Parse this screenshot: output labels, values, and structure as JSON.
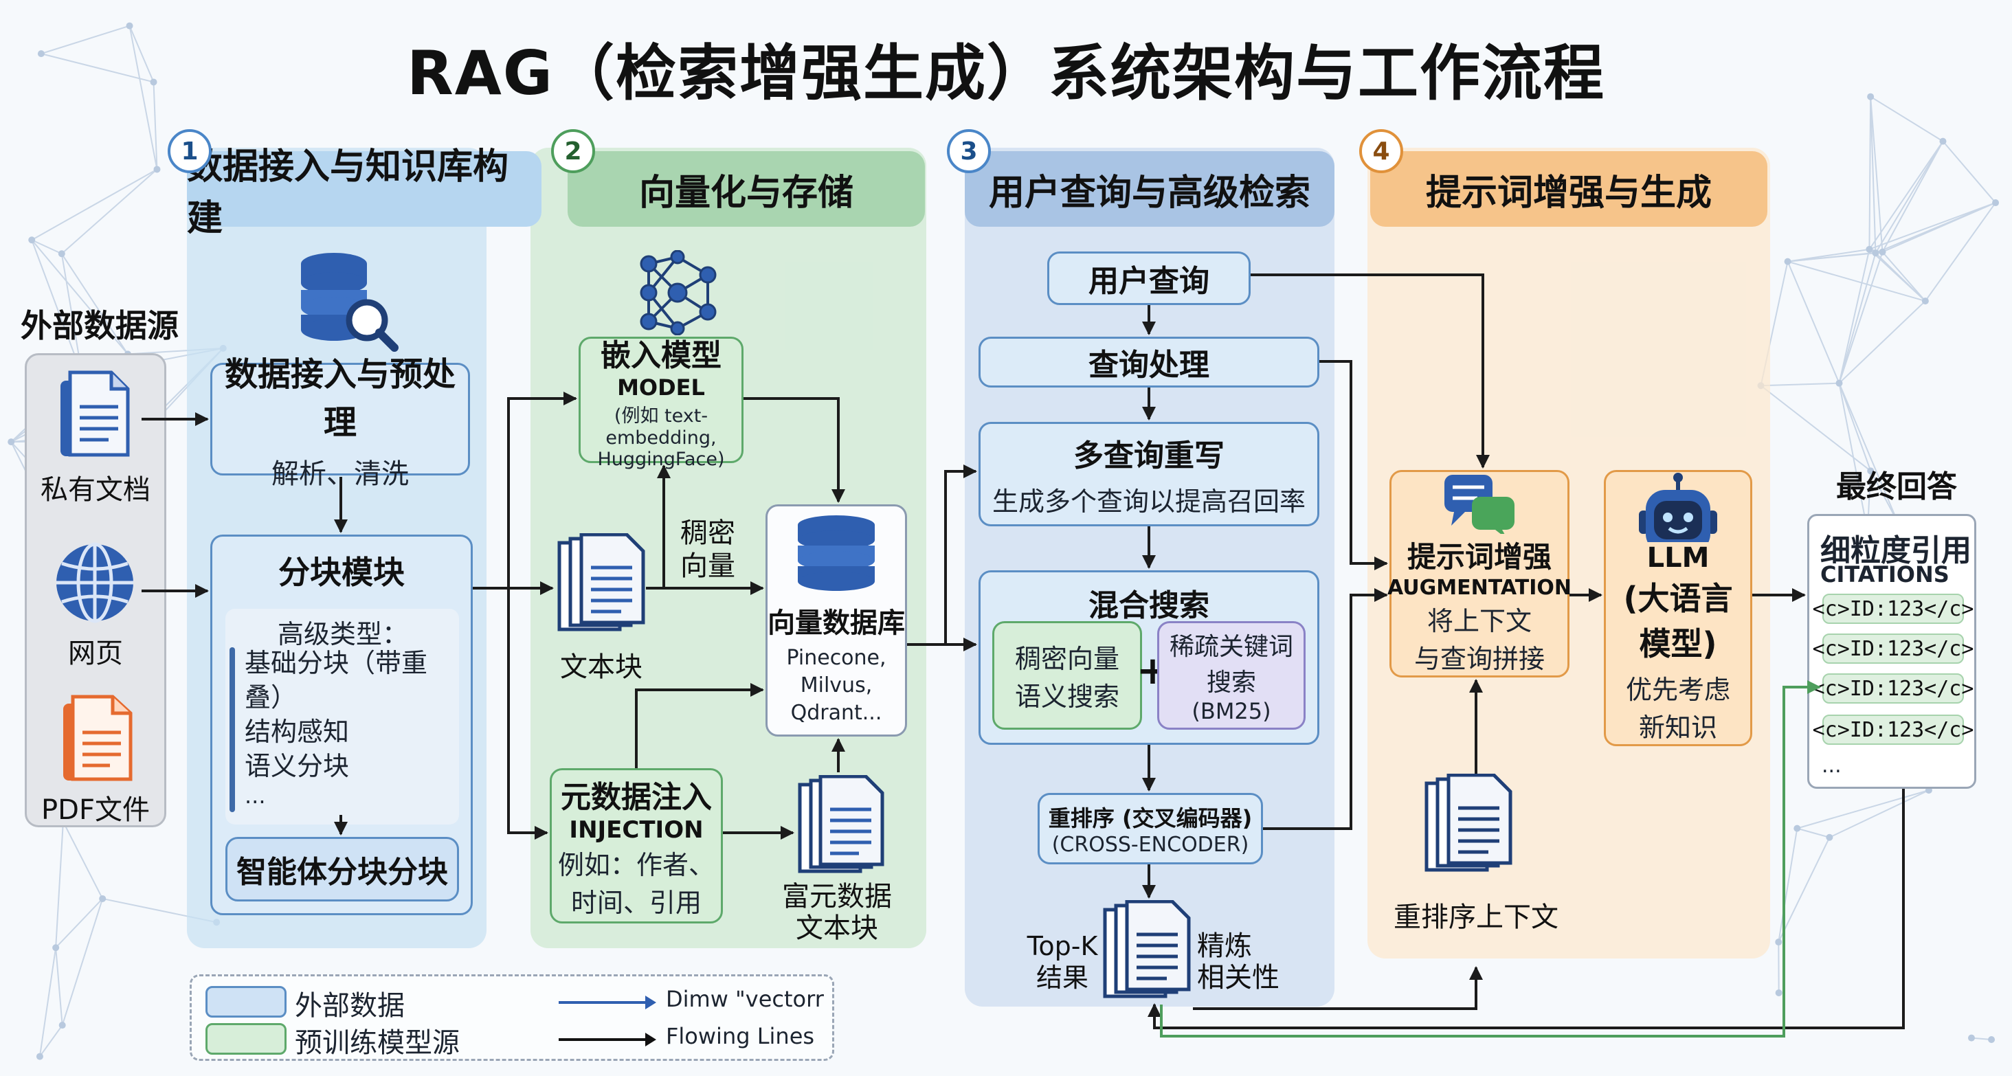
{
  "title": "RAG（检索增强生成）系统架构与工作流程",
  "external": {
    "label": "外部数据源",
    "items": [
      "私有文档",
      "网页",
      "PDF文件"
    ]
  },
  "sections": [
    {
      "num": "1",
      "title": "数据接入与知识库构建"
    },
    {
      "num": "2",
      "title": "向量化与存储"
    },
    {
      "num": "3",
      "title": "用户查询与高级检索"
    },
    {
      "num": "4",
      "title": "提示词增强与生成"
    }
  ],
  "s1": {
    "ingest_title": "数据接入与预处理",
    "ingest_sub": "解析、清洗",
    "chunk_title": "分块模块",
    "chunk_types_head": "高级类型：",
    "chunk_types": [
      "基础分块（带重",
      "叠）",
      "结构感知",
      "语义分块",
      "..."
    ],
    "agent_chunk": "智能体分块分块"
  },
  "s2": {
    "embed_title": "嵌入模型",
    "embed_model": "MODEL",
    "embed_sub1": "(例如 text-embedding,",
    "embed_sub2": "HuggingFace)",
    "dense_l1": "稠密",
    "dense_l2": "向量",
    "text_chunk": "文本块",
    "vdb_title": "向量数据库",
    "vdb_sub": [
      "Pinecone,",
      "Milvus,",
      "Qdrant..."
    ],
    "meta_title": "元数据注入",
    "meta_sub_en": "INJECTION",
    "meta_sub1": "例如：作者、",
    "meta_sub2": "时间、引用",
    "rich_l1": "富元数据",
    "rich_l2": "文本块"
  },
  "s3": {
    "user_query": "用户查询",
    "query_proc": "查询处理",
    "multi_title": "多查询重写",
    "multi_sub": "生成多个查询以提高召回率",
    "hybrid_title": "混合搜索",
    "dense_l1": "稠密向量",
    "dense_l2": "语义搜索",
    "plus": "+",
    "sparse_l1": "稀疏关键词",
    "sparse_l2": "搜索",
    "sparse_l3": "(BM25)",
    "rerank_l1": "重排序 (交叉编码器)",
    "rerank_l2": "(CROSS-ENCODER)",
    "topk_l1": "Top-K",
    "topk_l2": "结果",
    "refine_l1": "精炼",
    "refine_l2": "相关性"
  },
  "s4": {
    "aug_title": "提示词增强",
    "aug_en": "AUGMENTATION",
    "aug_sub1": "将上下文",
    "aug_sub2": "与查询拼接",
    "llm_l1": "LLM",
    "llm_l2": "(大语言",
    "llm_l3": "模型)",
    "llm_sub1": "优先考虑",
    "llm_sub2": "新知识",
    "rerank_ctx": "重排序上下文"
  },
  "final": {
    "label": "最终回答",
    "title": "细粒度引用",
    "sub": "CITATIONS",
    "citations": [
      "<c>ID:123</c>",
      "<c>ID:123</c>",
      "<c>ID:123</c>",
      "<c>ID:123</c>"
    ],
    "more": "..."
  },
  "legend": {
    "items": [
      "外部数据",
      "预训练模型源"
    ],
    "lines": [
      "Dimw \"vectorr",
      "Flowing Lines"
    ]
  },
  "colors": {
    "blue": "#5b8ec4",
    "green": "#5ea96b",
    "orange": "#e29a48",
    "arrow": "#1b1b1b"
  }
}
